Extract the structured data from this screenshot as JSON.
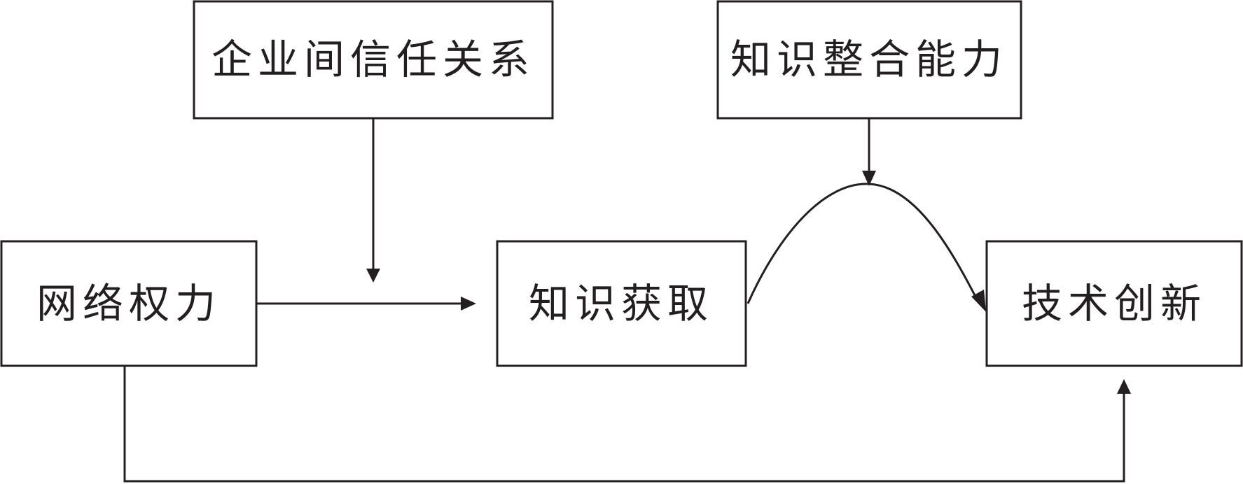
{
  "diagram": {
    "nodes": {
      "trust": "企业间信任关系",
      "integration": "知识整合能力",
      "network_power": "网络权力",
      "knowledge_acquisition": "知识获取",
      "tech_innovation": "技术创新"
    },
    "edges": [
      {
        "from": "network_power",
        "to": "knowledge_acquisition",
        "type": "direct"
      },
      {
        "from": "trust",
        "to": "network_power→knowledge_acquisition",
        "type": "moderation"
      },
      {
        "from": "knowledge_acquisition",
        "to": "tech_innovation",
        "type": "direct"
      },
      {
        "from": "integration",
        "to": "knowledge_acquisition→tech_innovation",
        "type": "moderation"
      },
      {
        "from": "network_power",
        "to": "tech_innovation",
        "type": "direct"
      }
    ],
    "colors": {
      "stroke": "#231f20",
      "background": "#ffffff"
    }
  }
}
